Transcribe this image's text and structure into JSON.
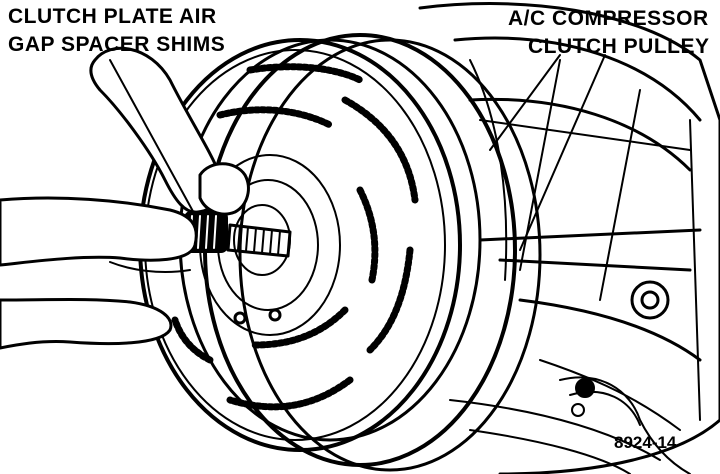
{
  "labels": {
    "shims_line1": "CLUTCH PLATE AIR",
    "shims_line2": "GAP SPACER SHIMS",
    "pulley_line1": "A/C COMPRESSOR",
    "pulley_line2": "CLUTCH PULLEY"
  },
  "figure_number": "8924-14",
  "colors": {
    "ink": "#000000",
    "paper": "#ffffff"
  }
}
